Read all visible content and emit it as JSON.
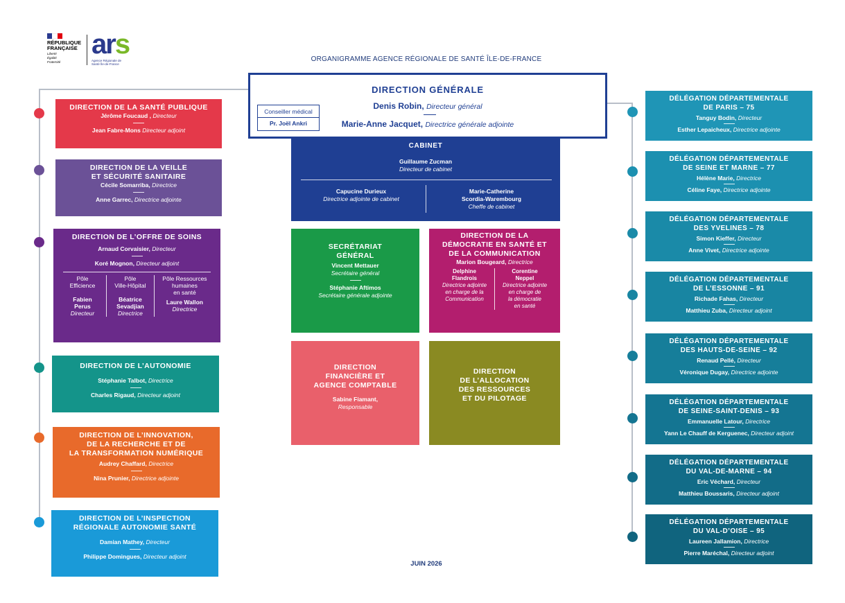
{
  "header": {
    "republic_lines": [
      "RÉPUBLIQUE",
      "FRANÇAISE"
    ],
    "motto_lines": [
      "Liberté",
      "Égalité",
      "Fraternité"
    ],
    "ars_word_a": "ar",
    "ars_word_s": "s",
    "ars_subtitle": "Agence Régionale de Santé Île-de-France",
    "title": "ORGANIGRAMME AGENCE RÉGIONALE DE SANTÉ  ÎLE-DE-FRANCE"
  },
  "footer": {
    "date": "JUIN 2026"
  },
  "colors": {
    "navy": "#1f3f93",
    "sante_publique": "#e4394a",
    "veille": "#6b5197",
    "offre_soins": "#6a2a8a",
    "autonomie": "#14948a",
    "innovation": "#e86a2b",
    "inspection": "#1a9ad8",
    "secretariat": "#1a9a48",
    "democratie": "#b31e6e",
    "financiere": "#e9606b",
    "allocation": "#8a8a22",
    "dd_paris": "#1f95b6"
  },
  "direction_generale": {
    "title": "DIRECTION GÉNÉRALE",
    "p1_name": "Denis Robin,",
    "p1_role": "Directeur général",
    "p2_name": "Marie-Anne Jacquet,",
    "p2_role": "Directrice générale adjointe",
    "advisor_title": "Conseiller médical",
    "advisor_name": "Pr. Joël Ankri"
  },
  "cabinet": {
    "title": "CABINET",
    "head_name": "Guillaume Zucman",
    "head_role": "Directeur de cabinet",
    "left_name": "Capucine Durieux",
    "left_role": "Directrice adjointe de cabinet",
    "right_name_1": "Marie-Catherine",
    "right_name_2": "Scordia-Warembourg",
    "right_role": "Cheffe de cabinet"
  },
  "left": {
    "sante_publique": {
      "title": "DIRECTION DE LA SANTÉ PUBLIQUE",
      "p1_name": "Jérôme Foucaud ,",
      "p1_role": "Directeur",
      "p2_name": "Jean Fabre-Mons",
      "p2_role": "Directeur adjoint"
    },
    "veille": {
      "title_1": "DIRECTION DE LA VEILLE",
      "title_2": "ET SÉCURITÉ SANITAIRE",
      "p1_name": "Cécile Somarriba,",
      "p1_role": "Directrice",
      "p2_name": "Anne Garrec,",
      "p2_role": "Directrice adjointe"
    },
    "offre_soins": {
      "title": "DIRECTION DE L’OFFRE DE SOINS",
      "p1_name": "Arnaud Corvaisier,",
      "p1_role": "Directeur",
      "p2_name": "Koré Mognon,",
      "p2_role": "Directeur adjoint",
      "poles": [
        {
          "label_1": "Pôle",
          "label_2": "Efficience",
          "label_3": "",
          "name_1": "Fabien",
          "name_2": "Perus",
          "role": "Directeur"
        },
        {
          "label_1": "Pôle",
          "label_2": "Ville-Hôpital",
          "label_3": "",
          "name_1": "Béatrice",
          "name_2": "Sevadjian",
          "role": "Directrice"
        },
        {
          "label_1": "Pôle Ressources",
          "label_2": "humaines",
          "label_3": "en santé",
          "name_1": "Laure Wallon",
          "name_2": "",
          "role": "Directrice"
        }
      ]
    },
    "autonomie": {
      "title": "DIRECTION DE L’AUTONOMIE",
      "p1_name": "Stéphanie Talbot,",
      "p1_role": "Directrice",
      "p2_name": "Charles Rigaud,",
      "p2_role": "Directeur adjoint"
    },
    "innovation": {
      "title_1": "DIRECTION DE L’INNOVATION,",
      "title_2": "DE LA RECHERCHE ET DE",
      "title_3": "LA TRANSFORMATION NUMÉRIQUE",
      "p1_name": "Audrey Chaffard,",
      "p1_role": "Directrice",
      "p2_name": "Nina Prunier,",
      "p2_role": "Directrice adjointe"
    },
    "inspection": {
      "title_1": "DIRECTION DE L’INSPECTION",
      "title_2": "RÉGIONALE AUTONOMIE SANTÉ",
      "p1_name": "Damian Mathey,",
      "p1_role": "Directeur",
      "p2_name": "Philippe Domingues,",
      "p2_role": "Directeur adjoint"
    }
  },
  "center": {
    "secretariat": {
      "title_1": "SECRÉTARIAT",
      "title_2": "GÉNÉRAL",
      "p1_name": "Vincent Mettauer",
      "p1_role": "Secrétaire général",
      "p2_name": "Stéphanie Aftimos",
      "p2_role": "Secrétaire générale adjointe"
    },
    "democratie": {
      "title_1": "DIRECTION DE LA",
      "title_2": "DÉMOCRATIE EN SANTÉ ET",
      "title_3": "DE LA COMMUNICATION",
      "p1_name": "Marion Bougeard,",
      "p1_role": "Directrice",
      "left_name_1": "Delphine",
      "left_name_2": "Flandrois",
      "left_role_1": "Directrice adjointe",
      "left_role_2": "en charge de la",
      "left_role_3": "Communication",
      "right_name_1": "Corentine",
      "right_name_2": "Neppel",
      "right_role_1": "Directrice adjointe",
      "right_role_2": "en charge de",
      "right_role_3": "la démocratie",
      "right_role_4": "en santé"
    },
    "financiere": {
      "title_1": "DIRECTION",
      "title_2": "FINANCIÈRE ET",
      "title_3": "AGENCE COMPTABLE",
      "p1_name": "Sabine Fiamant,",
      "p1_role": "Responsable"
    },
    "allocation": {
      "title_1": "DIRECTION",
      "title_2": "DE L’ALLOCATION",
      "title_3": "DES RESSOURCES",
      "title_4": "ET DU PILOTAGE"
    }
  },
  "delegations": [
    {
      "title_1": "DÉLÉGATION DÉPARTEMENTALE",
      "title_2": "DE PARIS – 75",
      "p1_name": "Tanguy Bodin,",
      "p1_role": "Directeur",
      "p2_name": "Esther Lepaicheux,",
      "p2_role": "Directrice adjointe",
      "color": "#1f95b6",
      "dot": "#1f95b6"
    },
    {
      "title_1": "DÉLÉGATION DÉPARTEMENTALE",
      "title_2": "DE SEINE ET MARNE – 77",
      "p1_name": "Hélène Marie,",
      "p1_role": "Directrice",
      "p2_name": "Céline Faye,",
      "p2_role": "Directrice adjointe",
      "color": "#1c90b0",
      "dot": "#1c90b0"
    },
    {
      "title_1": "DÉLÉGATION DÉPARTEMENTALE",
      "title_2": "DES YVELINES – 78",
      "p1_name": "Simon Kieffer,",
      "p1_role": "Directeur",
      "p2_name": "Anne Vivet,",
      "p2_role": "Directrice adjointe",
      "color": "#1a8aa8",
      "dot": "#1a8aa8"
    },
    {
      "title_1": "DÉLÉGATION DÉPARTEMENTALE",
      "title_2": "DE L’ESSONNE – 91",
      "p1_name": "Richade Fahas,",
      "p1_role": "Directeur",
      "p2_name": "Matthieu Zuba,",
      "p2_role": "Directeur adjoint",
      "color": "#1885a2",
      "dot": "#1885a2"
    },
    {
      "title_1": "DÉLÉGATION DÉPARTEMENTALE",
      "title_2": "DES HAUTS-DE-SEINE – 92",
      "p1_name": "Renaud Pellé,",
      "p1_role": "Directeur",
      "p2_name": "Véronique Dugay,",
      "p2_role": "Directrice adjointe",
      "color": "#167e9a",
      "dot": "#167e9a"
    },
    {
      "title_1": "DÉLÉGATION DÉPARTEMENTALE",
      "title_2": "DE SEINE-SAINT-DENIS – 93",
      "p1_name": "Emmanuelle Latour,",
      "p1_role": "Directrice",
      "p2_name": "Yann Le Chauff de Kerguenec,",
      "p2_role": "Directeur adjoint",
      "color": "#147592",
      "dot": "#147592"
    },
    {
      "title_1": "DÉLÉGATION DÉPARTEMENTALE",
      "title_2": "DU VAL-DE-MARNE – 94",
      "p1_name": "Eric Véchard,",
      "p1_role": "Directeur",
      "p2_name": "Matthieu Boussaris,",
      "p2_role": "Directeur adjoint",
      "color": "#126c88",
      "dot": "#126c88"
    },
    {
      "title_1": "DÉLÉGATION DÉPARTEMENTALE",
      "title_2": "DU VAL-D’OISE – 95",
      "p1_name": "Laureen Jallamion,",
      "p1_role": "Directrice",
      "p2_name": "Pierre Maréchal,",
      "p2_role": "Directeur adjoint",
      "color": "#10647e",
      "dot": "#10647e"
    }
  ]
}
